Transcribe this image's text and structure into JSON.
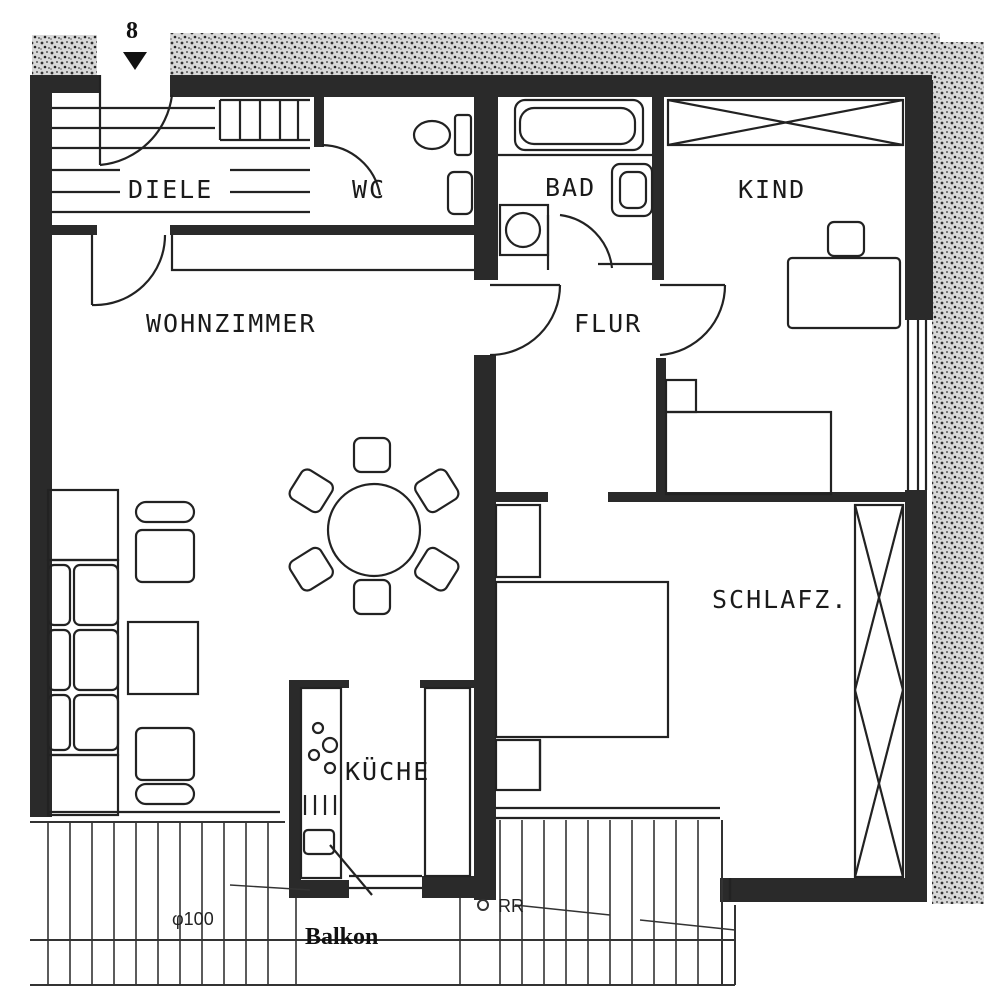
{
  "plan": {
    "unit_number": "8",
    "rooms": {
      "diele": "DIELE",
      "wc": "WC",
      "bad": "BAD",
      "kind": "KIND",
      "wohnzimmer": "WOHNZIMMER",
      "flur": "FLUR",
      "schlafz": "SCHLAFZ.",
      "kueche": "KÜCHE",
      "balkon": "Balkon"
    },
    "annotations": {
      "pipe_left": "φ100",
      "pipe_right": "RR"
    },
    "colors": {
      "wall": "#2a2a2a",
      "line": "#222222",
      "hatch": "#555555",
      "paper": "#ffffff"
    }
  }
}
